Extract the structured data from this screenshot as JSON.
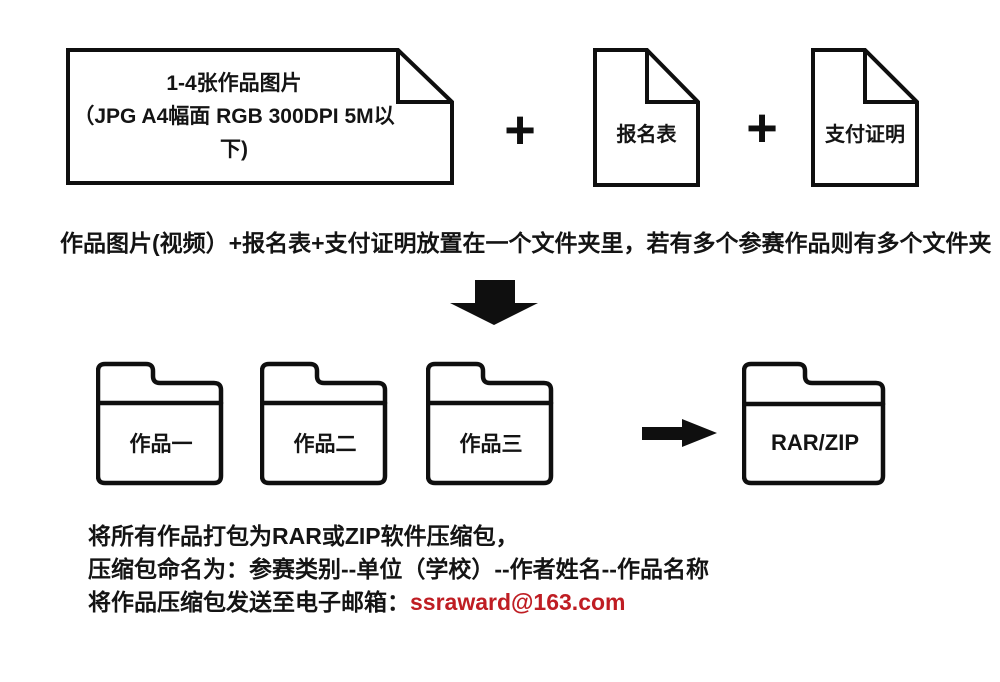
{
  "colors": {
    "ink": "#0f0f0f",
    "email_red": "#bf1d23",
    "background": "#ffffff"
  },
  "top_row": {
    "artwork_document": {
      "line1": "1-4张作品图片",
      "line2": "（JPG A4幅面 RGB 300DPI 5M以下)"
    },
    "plus_1": "+",
    "registration_document": {
      "label": "报名表"
    },
    "plus_2": "+",
    "payment_document": {
      "label": "支付证明"
    }
  },
  "middle_note": "作品图片(视频）+报名表+支付证明放置在一个文件夹里，若有多个参赛作品则有多个文件夹",
  "folders": [
    {
      "label": "作品一"
    },
    {
      "label": "作品二"
    },
    {
      "label": "作品三"
    }
  ],
  "archive_folder": {
    "label": "RAR/ZIP"
  },
  "bottom_note": {
    "line1": "将所有作品打包为RAR或ZIP软件压缩包，",
    "line2": "压缩包命名为：参赛类别--单位（学校）--作者姓名--作品名称",
    "line3_prefix": "将作品压缩包发送至电子邮箱：",
    "email": "ssraward@163.com"
  }
}
